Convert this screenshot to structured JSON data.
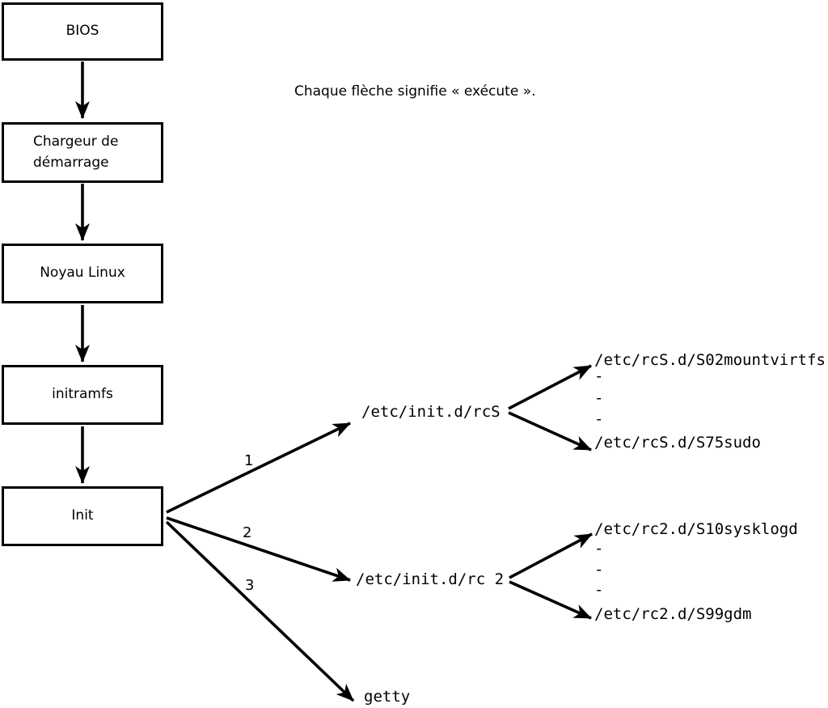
{
  "diagram": {
    "note": "Chaque flèche signifie « exécute ».",
    "colors": {
      "line": "#000000",
      "background": "#ffffff"
    },
    "boxes": [
      {
        "label": "BIOS"
      },
      {
        "label": "Chargeur de démarrage"
      },
      {
        "label": "Noyau Linux"
      },
      {
        "label": "initramfs"
      },
      {
        "label": "Init"
      }
    ],
    "arrow_numbers": [
      "1",
      "2",
      "3"
    ],
    "branches": {
      "rcs": {
        "label": "/etc/init.d/rcS",
        "children": [
          "/etc/rcS.d/S02mountvirtfs",
          "/etc/rcS.d/S75sudo"
        ],
        "ellipsis": [
          "-",
          "-",
          "-"
        ]
      },
      "rc2": {
        "label": "/etc/init.d/rc 2",
        "children": [
          "/etc/rc2.d/S10sysklogd",
          "/etc/rc2.d/S99gdm"
        ],
        "ellipsis": [
          "-",
          "-",
          "-"
        ]
      },
      "getty": {
        "label": "getty"
      }
    }
  }
}
